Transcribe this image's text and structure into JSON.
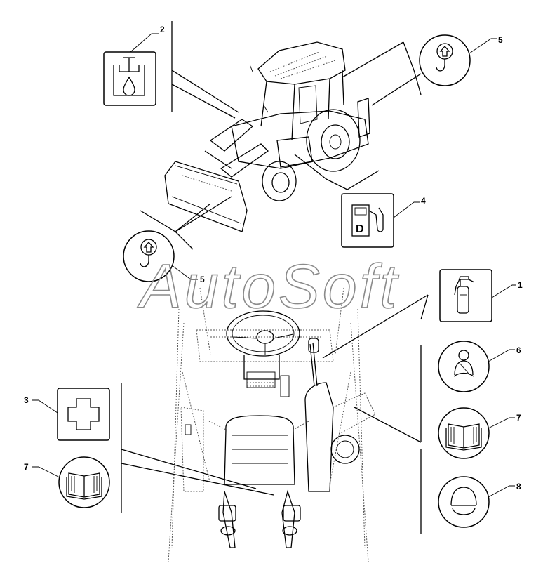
{
  "callouts": {
    "c1": "1",
    "c2": "2",
    "c3": "3",
    "c4": "4",
    "c5_top": "5",
    "c5_left": "5",
    "c6": "6",
    "c7_right": "7",
    "c7_left": "7",
    "c8": "8"
  },
  "watermark": "AutoSoft"
}
